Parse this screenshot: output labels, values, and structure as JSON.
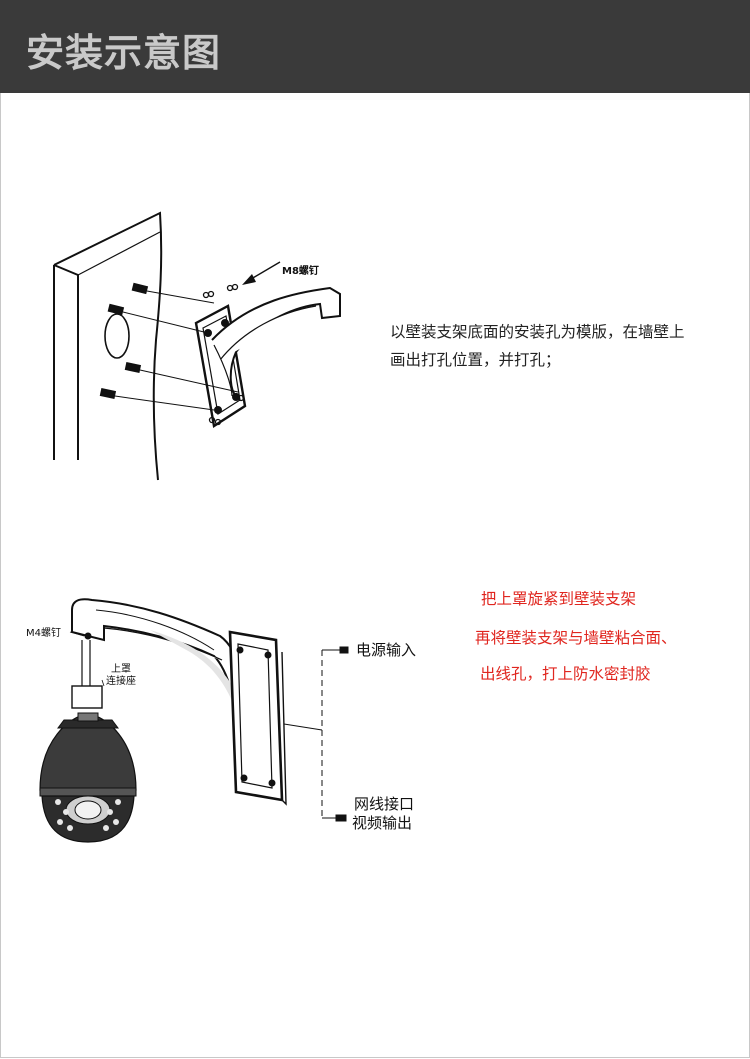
{
  "header": {
    "title": "安装示意图"
  },
  "step1": {
    "screw_label": "M8螺钉",
    "text_line1": "以壁装支架底面的安装孔为模版，在墙壁上",
    "text_line2": "画出打孔位置，并打孔；"
  },
  "step2": {
    "screw_label": "M4螺钉",
    "connector_line1": "上罩",
    "connector_line2": "连接座",
    "power_label": "电源输入",
    "network_label": "网线接口",
    "video_label": "视频输出",
    "note1": "把上罩旋紧到壁装支架",
    "note2": "再将壁装支架与墙壁粘合面、",
    "note3": "出线孔，打上防水密封胶"
  },
  "colors": {
    "header_bg": "#3a3a3a",
    "header_text": "#c9c9c9",
    "note_red": "#e0261f"
  }
}
